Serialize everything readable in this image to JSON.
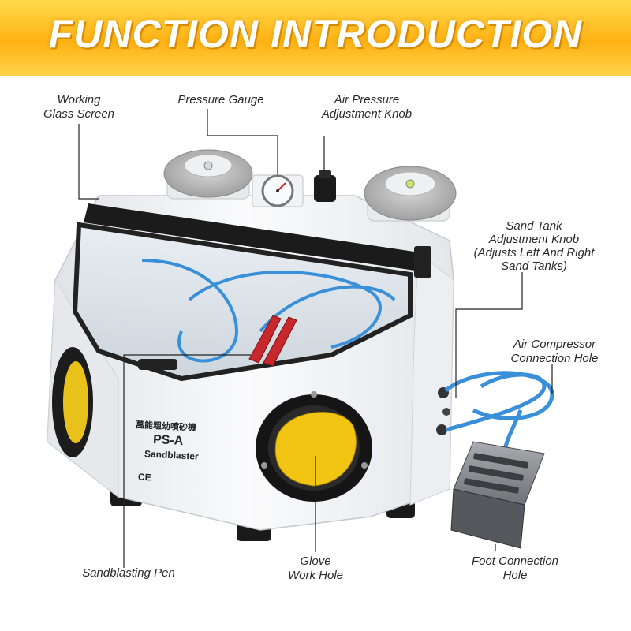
{
  "banner": {
    "title": "FUNCTION INTRODUCTION",
    "colors": {
      "start": "#ffd94a",
      "end": "#ffb213",
      "text": "#ffffff"
    }
  },
  "labels": {
    "working_glass_line1": "Working",
    "working_glass_line2": "Glass Screen",
    "pressure_gauge": "Pressure Gauge",
    "air_pressure_line1": "Air Pressure",
    "air_pressure_line2": "Adjustment Knob",
    "sand_tank_line1": "Sand Tank",
    "sand_tank_line2": "Adjustment Knob",
    "sand_tank_line3": "(Adjusts Left And Right",
    "sand_tank_line4": "Sand Tanks)",
    "air_compressor_line1": "Air Compressor",
    "air_compressor_line2": "Connection Hole",
    "sandblasting_pen": "Sandblasting Pen",
    "glove_line1": "Glove",
    "glove_line2": "Work Hole",
    "foot_line1": "Foot Connection",
    "foot_line2": "Hole"
  },
  "machine_plate": {
    "chinese": "萬能粗幼噴砂機",
    "model": "PS-A",
    "name": "Sandblaster",
    "ce": "CE"
  },
  "colors": {
    "machine_body": "#f4f5f7",
    "hose_blue": "#3a8fd9",
    "glove_yellow": "#f2c515",
    "leader_line": "#222222",
    "pen_red": "#c8282c"
  }
}
